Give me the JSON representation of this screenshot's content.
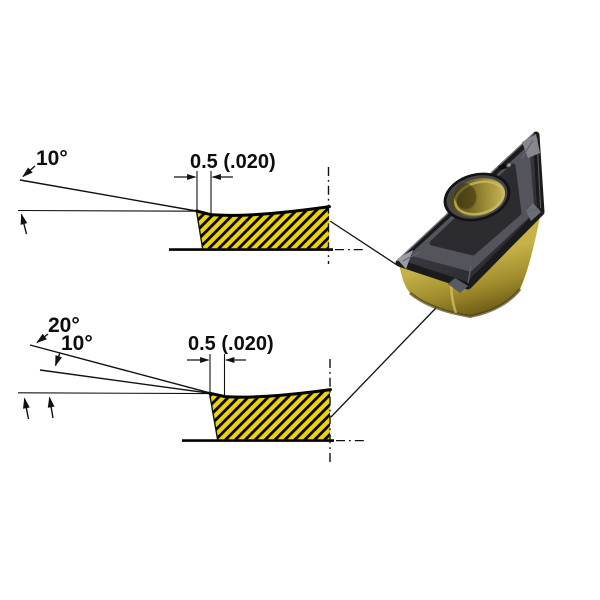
{
  "figure": {
    "background_color": "#ffffff",
    "line_color": "#111111",
    "hatch_color": "#f0d400",
    "sections": {
      "top_profile": {
        "angle_label": "10°",
        "width_label": "0.5 (.020)"
      },
      "bottom_profile": {
        "outer_angle_label": "20°",
        "inner_angle_label": "10°",
        "width_label": "0.5 (.020)"
      }
    },
    "insert": {
      "face_color": "#2f2f34",
      "flank_color": "#a6922f",
      "bore_color": "#b3a24a"
    }
  }
}
